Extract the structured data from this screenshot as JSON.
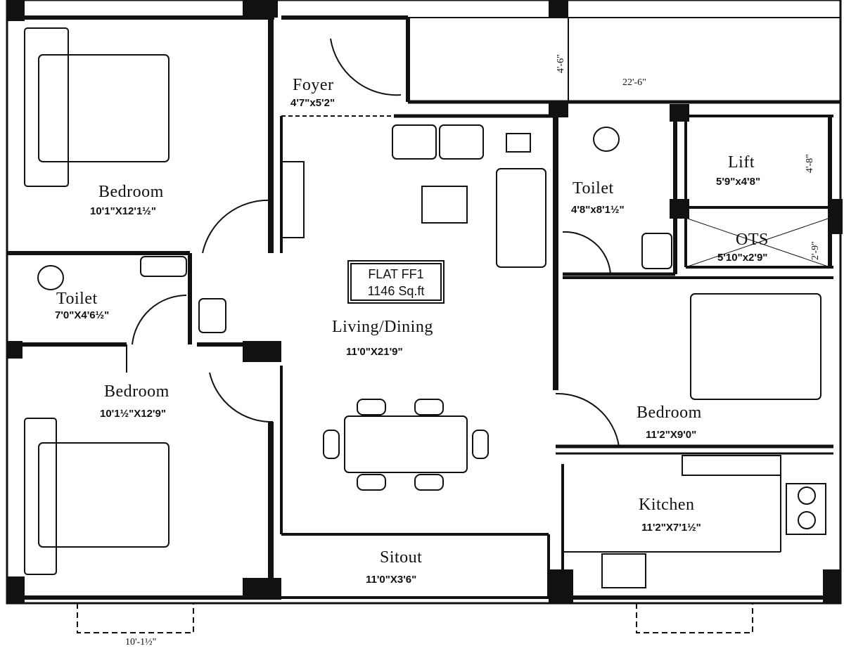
{
  "flat": {
    "name": "FLAT FF1",
    "area": "1146 Sq.ft"
  },
  "rooms": {
    "foyer": {
      "name": "Foyer",
      "dims": "4'7\"x5'2\""
    },
    "bedroom1": {
      "name": "Bedroom",
      "dims": "10'1\"X12'1½\""
    },
    "toilet1": {
      "name": "Toilet",
      "dims": "7'0\"X4'6½\""
    },
    "bedroom2": {
      "name": "Bedroom",
      "dims": "10'1½\"X12'9\""
    },
    "living": {
      "name": "Living/Dining",
      "dims": "11'0\"X21'9\""
    },
    "sitout": {
      "name": "Sitout",
      "dims": "11'0\"X3'6\""
    },
    "toilet2": {
      "name": "Toilet",
      "dims": "4'8\"x8'1½\""
    },
    "lift": {
      "name": "Lift",
      "dims": "5'9\"x4'8\""
    },
    "ots": {
      "name": "OTS",
      "dims": "5'10\"x2'9\""
    },
    "bedroom3": {
      "name": "Bedroom",
      "dims": "11'2\"X9'0\""
    },
    "kitchen": {
      "name": "Kitchen",
      "dims": "11'2\"X7'1½\""
    }
  },
  "dimensions": {
    "corridor_width": "4'-6\"",
    "corridor_length": "22'-6\"",
    "lift_side": "4'-8\"",
    "ots_side": "2'-9\"",
    "bottom_left": "10'-1½\""
  }
}
